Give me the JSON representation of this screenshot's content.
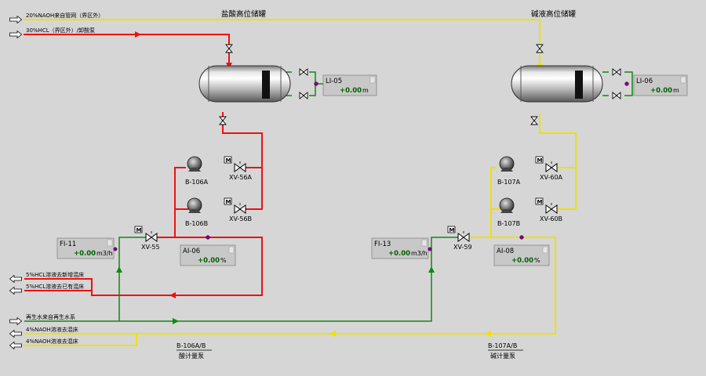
{
  "colors": {
    "background": "#d6d6d6",
    "acid_line": "#ee1111",
    "caustic_line": "#f0e000",
    "water_line": "#118811",
    "instrument_box": "#c8c8c8",
    "value_text": "#006000"
  },
  "streams": {
    "in_naoh": "20%NAOH来自管网（界区外）",
    "in_hcl": "30%HCL（界区外）/卸酸泵",
    "out_hcl_1": "5%HCL溶液去新增混床",
    "out_hcl_2": "5%HCL溶液去已有混床",
    "in_water": "再生水来自再生水系",
    "out_naoh_1": "4%NAOH溶液去混床",
    "out_naoh_2": "4%NAOH溶液去混床"
  },
  "tanks": {
    "acid_title": "盐酸高位储罐",
    "caustic_title": "碱液高位储罐"
  },
  "level_indicators": [
    {
      "name": "LI-05",
      "value": "+0.00",
      "unit": "m"
    },
    {
      "name": "LI-06",
      "value": "+0.00",
      "unit": "m"
    }
  ],
  "flow_indicators": [
    {
      "name": "FI-11",
      "value": "+0.00",
      "unit": "m3/h"
    },
    {
      "name": "FI-13",
      "value": "+0.00",
      "unit": "m3/h"
    }
  ],
  "analyzers": [
    {
      "name": "AI-06",
      "value": "+0.00",
      "unit": "%"
    },
    {
      "name": "AI-08",
      "value": "+0.00",
      "unit": "%"
    }
  ],
  "pumps": {
    "acid_a": "B-106A",
    "acid_b": "B-106B",
    "caustic_a": "B-107A",
    "caustic_b": "B-107B"
  },
  "valves": {
    "xv56a": "XV-56A",
    "xv56b": "XV-56B",
    "xv55": "XV-55",
    "xv60a": "XV-60A",
    "xv60b": "XV-60B",
    "xv59": "XV-59"
  },
  "motor_symbol": "M",
  "meter_pumps": {
    "acid_code": "B-106A/B",
    "acid_name": "酸计量泵",
    "caustic_code": "B-107A/B",
    "caustic_name": "碱计量泵"
  }
}
